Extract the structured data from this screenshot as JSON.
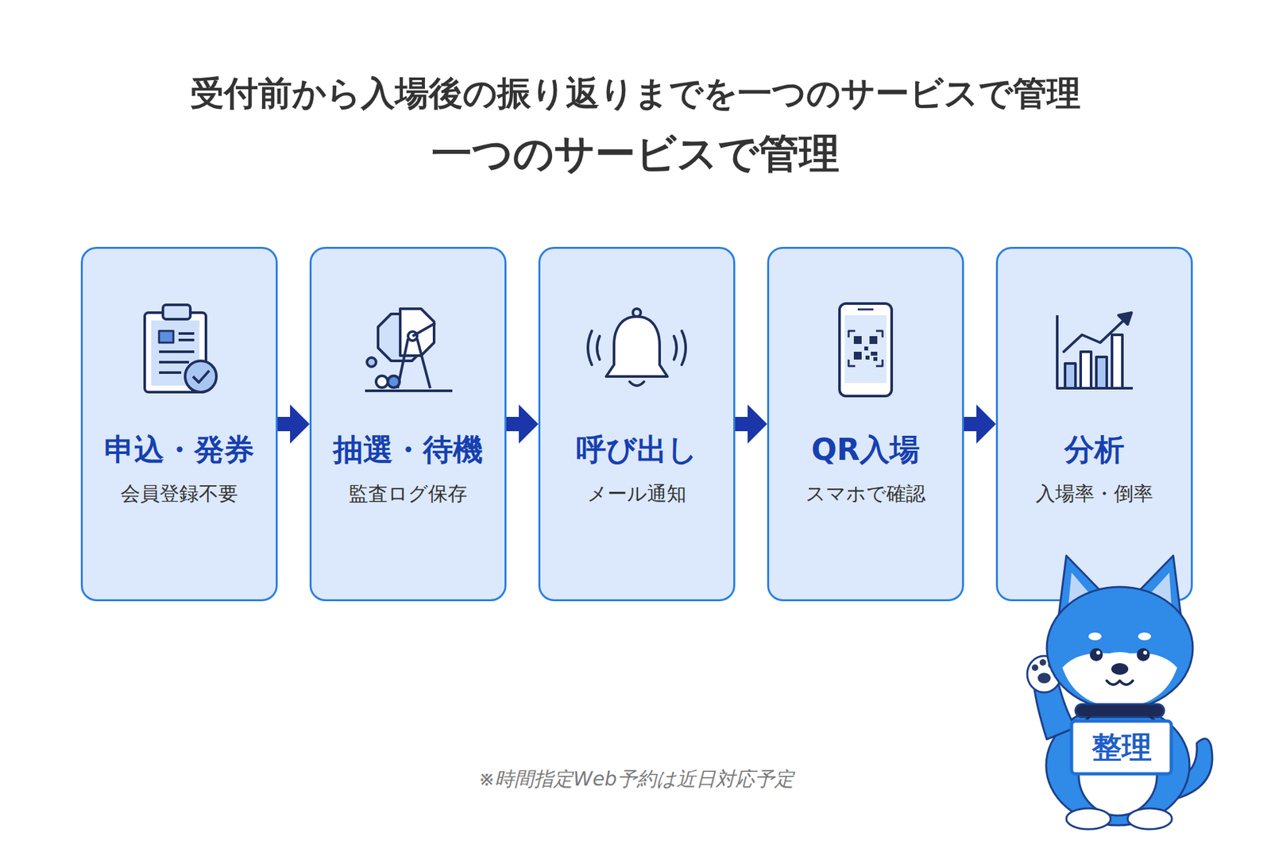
{
  "diagram": {
    "title": "受付前から入場後の振り返りまでを一つのサービスで管理",
    "nodes": [
      {
        "text": [
          "申込・発券",
          "会員登録不要"
        ]
      },
      {
        "text": [
          "抽選・待機",
          "監査ログ保存"
        ]
      },
      {
        "text": [
          "呼び出し",
          "メール通知"
        ]
      },
      {
        "text": [
          "QR入場",
          "スマホで確認"
        ]
      },
      {
        "text": [
          "分析",
          "入場率・倒率"
        ]
      }
    ],
    "edges": [
      {
        "from": 0,
        "to": 1,
        "arrow": "to"
      },
      {
        "from": 1,
        "to": 2,
        "arrow": "to"
      },
      {
        "from": 2,
        "to": 3,
        "arrow": "to"
      },
      {
        "from": 3,
        "to": 4,
        "arrow": "to"
      }
    ],
    "labels": [
      "一つのサービスで管理",
      "※時間指定Web予約は近日対応予定",
      "整理"
    ]
  }
}
